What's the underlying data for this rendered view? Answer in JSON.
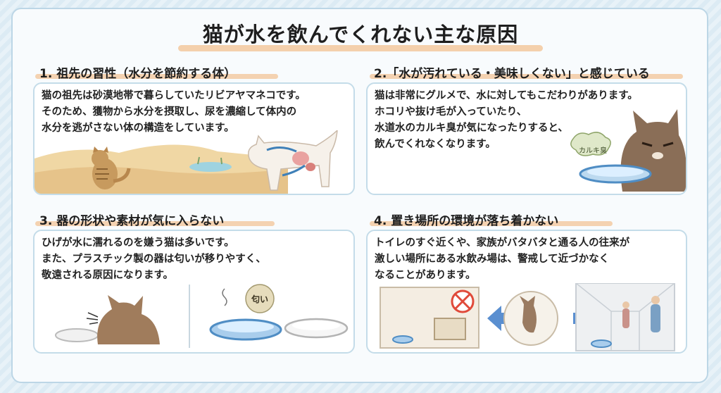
{
  "title": "猫が水を飲んでくれない主な原因",
  "sections": [
    {
      "heading": "1. 祖先の習性（水分を節約する体）",
      "body": "猫の祖先は砂漠地帯で暮らしていたリビアヤマネコです。\nそのため、獲物から水分を摂取し、尿を濃縮して体内の\n水分を逃がさない体の構造をしています。"
    },
    {
      "heading": "2.「水が汚れている・美味しくない」と感じている",
      "body": "猫は非常にグルメで、水に対してもこだわりがあります。\nホコリや抜け毛が入っていたり、\n水道水のカルキ臭が気になったりすると、\n飲んでくれなくなります。",
      "label": "カルキ臭"
    },
    {
      "heading": "3. 器の形状や素材が気に入らない",
      "body": "ひげが水に濡れるのを嫌う猫は多いです。\nまた、プラスチック製の器は匂いが移りやすく、\n敬遠される原因になります。",
      "label": "匂い"
    },
    {
      "heading": "4. 置き場所の環境が落ち着かない",
      "body": "トイレのすぐ近くや、家族がバタバタと通る人の往来が\n激しい場所にある水飲み場は、警戒して近づかなく\nなることがあります。"
    }
  ]
}
